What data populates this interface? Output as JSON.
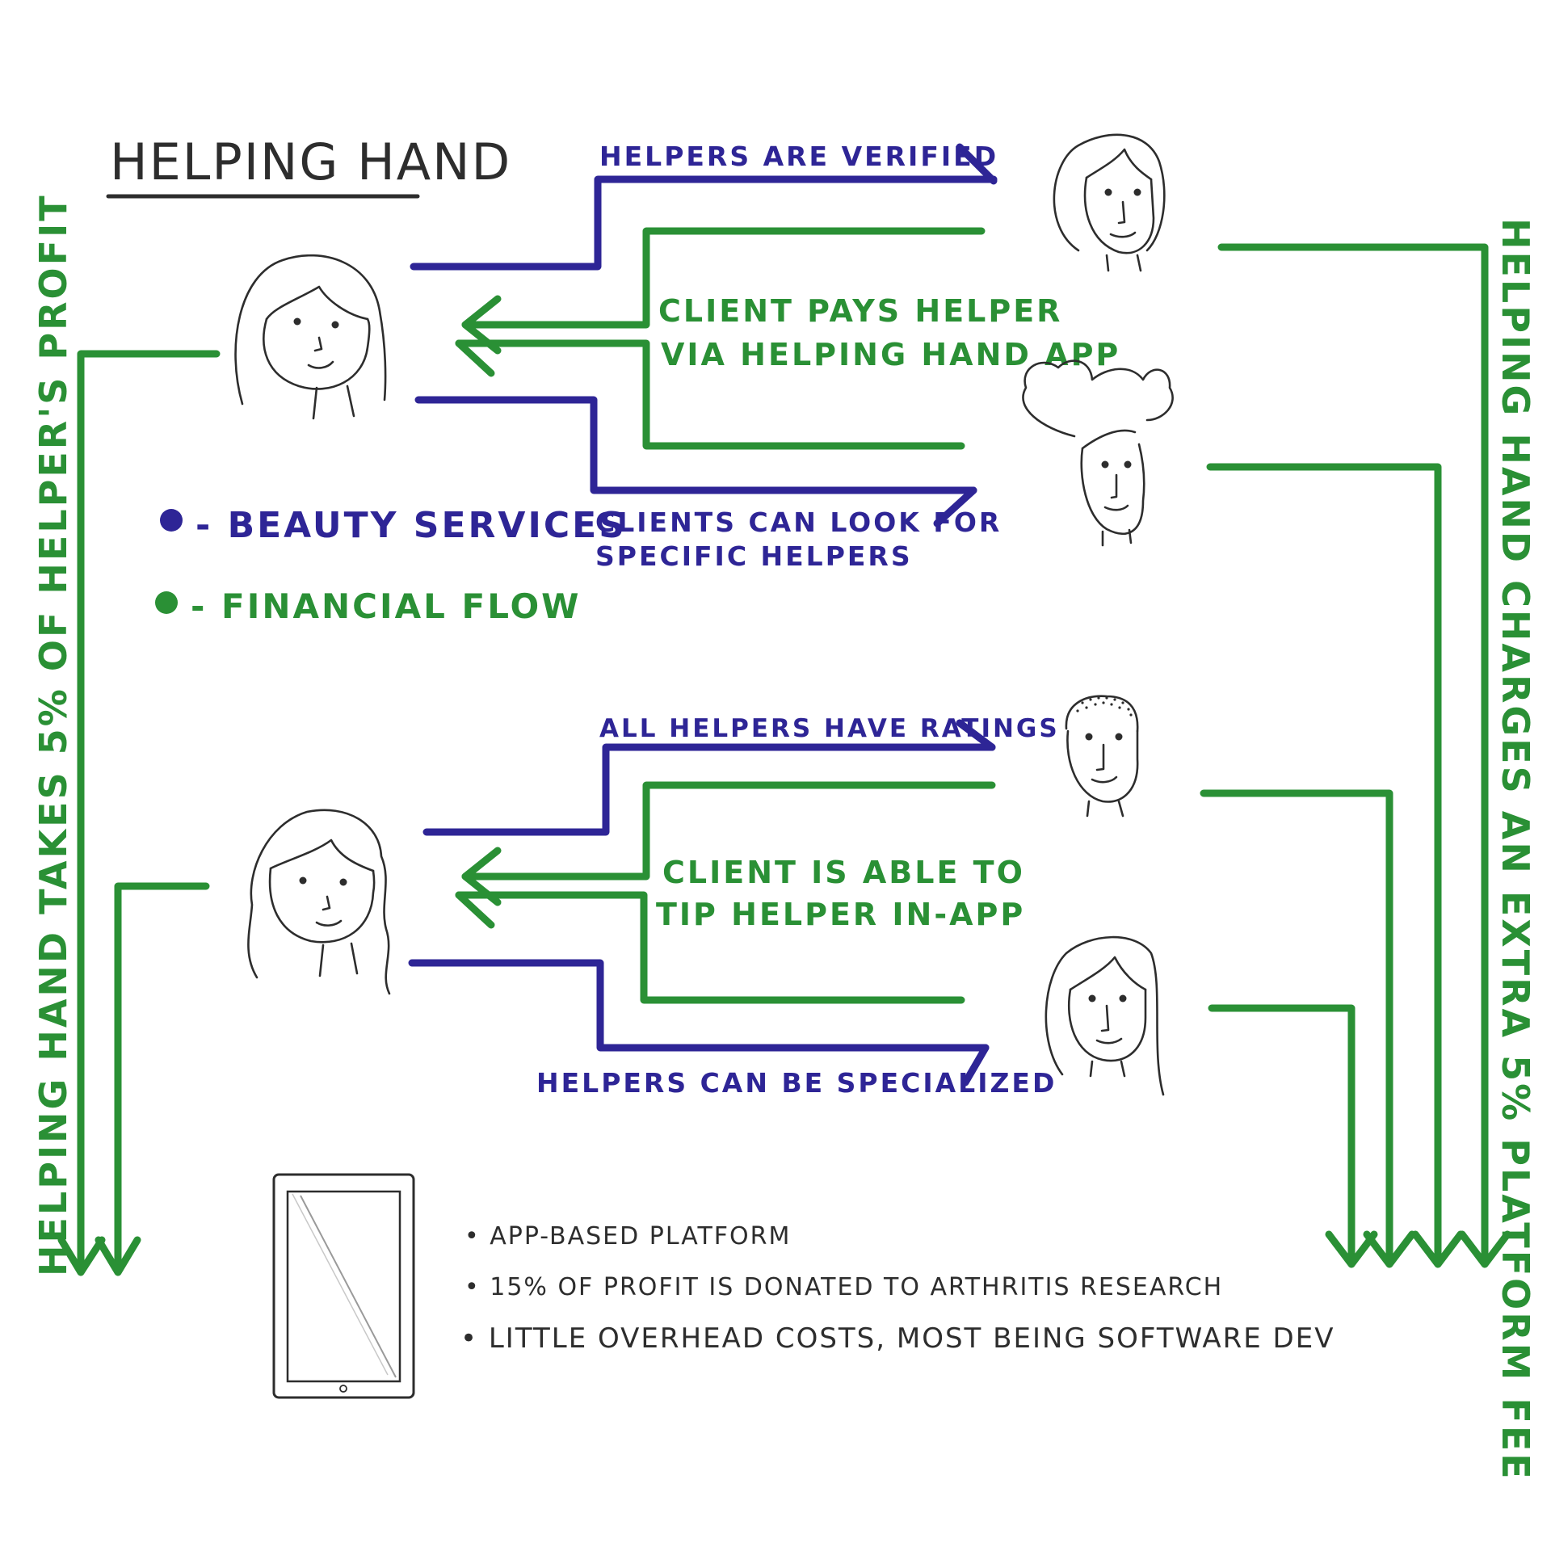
{
  "title": "HELPING HAND",
  "legend": {
    "items": [
      {
        "label": "- BEAUTY SERVICES",
        "color": "#2e2596"
      },
      {
        "label": "- FINANCIAL FLOW",
        "color": "#2a9035"
      }
    ]
  },
  "top_group": {
    "purple_top_label": "HELPERS ARE VERIFIED",
    "green_label_line1": "CLIENT PAYS HELPER",
    "green_label_line2": "VIA HELPING HAND APP",
    "purple_bottom_line1": "CLIENTS CAN LOOK FOR",
    "purple_bottom_line2": "SPECIFIC HELPERS"
  },
  "bottom_group": {
    "purple_top_label": "ALL HELPERS HAVE RATINGS",
    "green_label_line1": "CLIENT IS ABLE TO",
    "green_label_line2": "TIP HELPER IN-APP",
    "purple_bottom_label": "HELPERS CAN BE SPECIALIZED"
  },
  "left_vertical": "HELPING HAND TAKES 5% OF HELPER'S PROFIT",
  "right_vertical": "HELPING HAND CHARGES AN EXTRA 5% PLATFORM FEE",
  "notes": [
    "• APP-BASED PLATFORM",
    "• 15% OF PROFIT IS DONATED TO ARTHRITIS RESEARCH",
    "• LITTLE OVERHEAD COSTS, MOST BEING SOFTWARE DEV"
  ],
  "colors": {
    "purple": "#2e2596",
    "green": "#2a9035",
    "ink": "#2d2d2d"
  }
}
